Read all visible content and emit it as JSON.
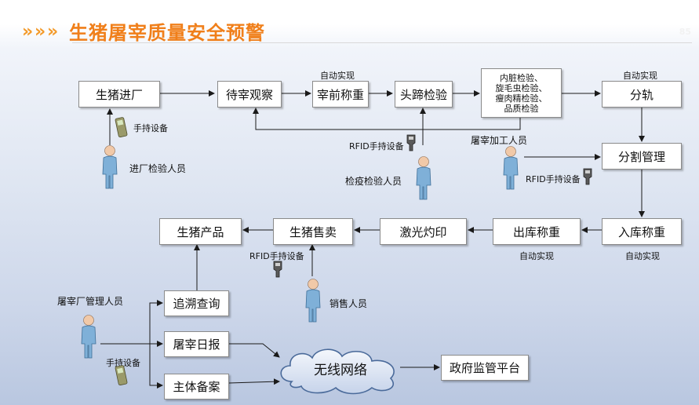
{
  "header": {
    "title": "生猪屠宰质量安全预警",
    "page_number": "85",
    "accent_color": "#f07f1a"
  },
  "boxes": {
    "hog_entry": "生猪进厂",
    "pre_slaughter_observation": "待宰观察",
    "pre_slaughter_weighing": "宰前称重",
    "head_hoof_inspection": "头蹄检验",
    "viscera_lines": [
      "内脏检验、",
      "旋毛虫检验、",
      "瘦肉精检验、",
      "品质检验"
    ],
    "splitting": "分轨",
    "cutting_management": "分割管理",
    "warehouse_in_weighing": "入库称重",
    "warehouse_out_weighing": "出库称重",
    "laser_printing": "激光灼印",
    "hog_sales": "生猪售卖",
    "hog_products": "生猪产品",
    "traceability_query": "追溯查询",
    "slaughter_daily_report": "屠宰日报",
    "entity_registration": "主体备案",
    "government_platform": "政府监管平台"
  },
  "labels": {
    "auto_1": "自动实现",
    "auto_2": "自动实现",
    "auto_3": "自动实现",
    "auto_4": "自动实现",
    "handheld_1": "手持设备",
    "handheld_2": "手持设备",
    "rfid_1": "RFID手持设备",
    "rfid_2": "RFID手持设备",
    "rfid_3": "RFID手持设备",
    "entry_inspector": "进厂检验人员",
    "quarantine_inspector": "检疫检验人员",
    "processing_staff": "屠宰加工人员",
    "sales_staff": "销售人员",
    "plant_manager": "屠宰厂管理人员"
  },
  "cloud": {
    "label": "无线网络"
  },
  "colors": {
    "person": "#7fb0d8",
    "person_dark": "#3f6f98",
    "line": "#1a1a1a"
  },
  "icons": [
    "mobile-phone-icon",
    "rfid-reader-icon",
    "person-icon",
    "cloud-icon"
  ]
}
